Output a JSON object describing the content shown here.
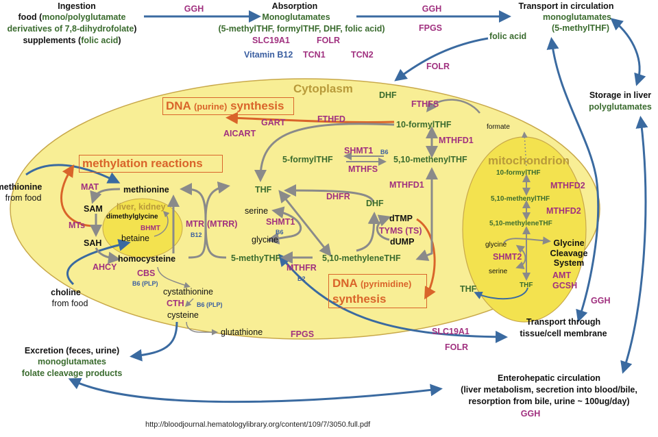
{
  "colors": {
    "cytoplasm_fill": "#f8ee95",
    "cytoplasm_stroke": "#c8a84a",
    "inner_fill": "#f3e24f",
    "blue_arrow": "#3a6aa0",
    "gray_arrow": "#8a8a8a",
    "orange_arrow": "#d9642a",
    "metabolite_green": "#3a6b2e",
    "enzyme_magenta": "#a0307f",
    "cofactor_blue": "#3a5ea0"
  },
  "top": {
    "ingestion": {
      "title": "Ingestion",
      "line1_prefix": "food (",
      "line1_green": "mono/polyglutamate",
      "line2_green": "derivatives of 7,8-dihydrofolate",
      "line2_suffix": ")",
      "line3_prefix": "supplements (",
      "line3_green": "folic acid",
      "line3_suffix": ")"
    },
    "ggh_left": "GGH",
    "absorption": {
      "title": "Absorption",
      "sub": "Monoglutamates",
      "detail": "(5-methylTHF, formylTHF, DHF, folic acid)",
      "slc19a1": "SLC19A1",
      "folr": "FOLR",
      "vitamin_b12": "Vitamin B12",
      "tcn1": "TCN1",
      "tcn2": "TCN2"
    },
    "ggh_right": "GGH",
    "fpgs": "FPGS",
    "transport_circulation": {
      "title": "Transport in circulation",
      "sub": "monoglutamates",
      "detail": "(5-methylTHF)"
    },
    "folic_acid": "folic acid",
    "folr_in": "FOLR"
  },
  "storage": {
    "title": "Storage in liver",
    "sub": "polyglutamates"
  },
  "cytoplasm": {
    "label": "Cytoplasm",
    "dna_purine": {
      "a": "DNA",
      "b": "(purine)",
      "c": "synthesis"
    },
    "gart": "GART",
    "aicart": "AICART",
    "fthfd": "FTHFD",
    "fthfs": "FTHFS",
    "dhf_top": "DHF",
    "formyl10": "10-formylTHF",
    "formate": "formate",
    "mthfd1_a": "MTHFD1",
    "shmt1_top": "SHMT1",
    "b6_top": "B6",
    "formyl5": "5-formylTHF",
    "methenyl": "5,10-methenylTHF",
    "mthfs": "MTHFS",
    "mthfd1_b": "MTHFD1",
    "methylation": "methylation reactions",
    "methionine_food": "methionine",
    "from_food_1": "from food",
    "mat": "MAT",
    "methionine": "methionine",
    "sam": "SAM",
    "mts": "MTs",
    "sah": "SAH",
    "ahcy": "AHCY",
    "liver_kidney": "liver, kidney",
    "dimethylglycine": "dimethylglycine",
    "bhmt": "BHMT",
    "betaine": "betaine",
    "homocysteine": "homocysteine",
    "mtr": "MTR",
    "mtrr": "(MTRR)",
    "b12": "B12",
    "thf": "THF",
    "dhfr": "DHFR",
    "dhf": "DHF",
    "serine": "serine",
    "shmt1": "SHMT1",
    "b6_mid": "B6",
    "glycine": "glycine",
    "dtmp": "dTMP",
    "tyms": "TYMS (TS)",
    "dump": "dUMP",
    "methylthf": "5-methyTHF",
    "methylenethf": "5,10-methyleneTHF",
    "mthfr": "MTHFR",
    "b2": "B2",
    "dna_pyrimidine": {
      "a": "DNA",
      "b": "(pyrimidine)",
      "c": "synthesis"
    },
    "choline": "choline",
    "from_food_2": "from food",
    "cbs": "CBS",
    "b6_plp_1": "B6 (PLP)",
    "cystathionine": "cystathionine",
    "cth": "CTH",
    "b6_plp_2": "B6 (PLP)",
    "cysteine": "cysteine",
    "glutathione": "glutathione",
    "fpgs": "FPGS",
    "slc19a1": "SLC19A1",
    "folr": "FOLR"
  },
  "mitochondrion": {
    "label": "mitochondrion",
    "formyl10": "10-formylTHF",
    "mthfd2_a": "MTHFD2",
    "methenyl": "5,10-methenylTHF",
    "mthfd2_b": "MTHFD2",
    "methylene": "5,10-methyleneTHF",
    "glycine": "glycine",
    "shmt2": "SHMT2",
    "serine": "serine",
    "thf": "THF",
    "gcs": [
      "Glycine",
      "Cleavage",
      "System"
    ],
    "amt": "AMT",
    "gcsh": "GCSH",
    "thf_out": "THF"
  },
  "right": {
    "ggh": "GGH",
    "transport_tissue": [
      "Transport through",
      "tissue/cell membrane"
    ]
  },
  "excretion": {
    "title": "Excretion (feces, urine)",
    "sub1": "monoglutamates",
    "sub2": "folate cleavage products"
  },
  "enterohepatic": {
    "title": "Enterohepatic circulation",
    "line1": "(liver metabolism, secretion into blood/bile,",
    "line2": "resorption from bile, urine ~ 100ug/day)",
    "ggh": "GGH"
  },
  "source_url": "http://bloodjournal.hematologylibrary.org/content/109/7/3050.full.pdf"
}
